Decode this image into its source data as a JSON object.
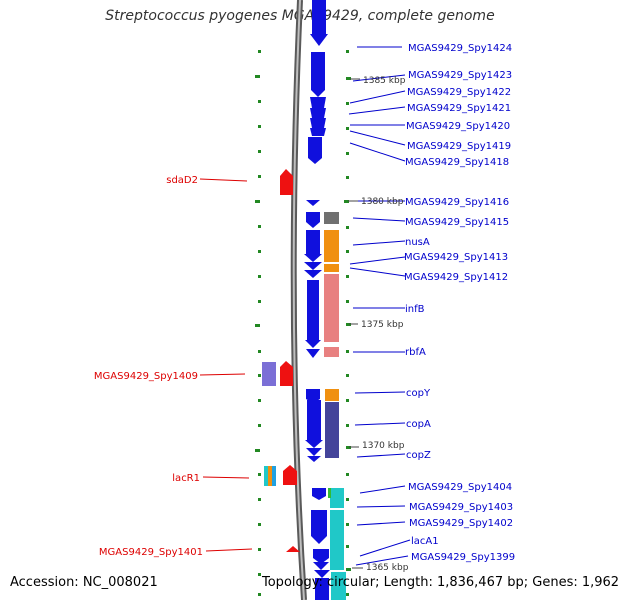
{
  "title": "Streptococcus pyogenes MGAS9429, complete genome",
  "footer": {
    "accession": "Accession: NC_008021",
    "stats": "Topology: circular; Length: 1,836,467 bp; Genes: 1,962"
  },
  "scale_labels": [
    "1385 kbp",
    "1380 kbp",
    "1375 kbp",
    "1370 kbp",
    "1365 kbp"
  ],
  "right_labels": [
    "MGAS9429_Spy1424",
    "MGAS9429_Spy1423",
    "MGAS9429_Spy1422",
    "MGAS9429_Spy1421",
    "MGAS9429_Spy1420",
    "MGAS9429_Spy1419",
    "MGAS9429_Spy1418",
    "MGAS9429_Spy1416",
    "MGAS9429_Spy1415",
    "nusA",
    "MGAS9429_Spy1413",
    "MGAS9429_Spy1412",
    "infB",
    "rbfA",
    "copY",
    "copA",
    "copZ",
    "MGAS9429_Spy1404",
    "MGAS9429_Spy1403",
    "MGAS9429_Spy1402",
    "lacA1",
    "MGAS9429_Spy1399"
  ],
  "left_labels": [
    "sdaD2",
    "MGAS9429_Spy1409",
    "lacR1",
    "MGAS9429_Spy1401"
  ],
  "colors": {
    "forward_gene": "#1010dd",
    "reverse_gene": "#ee1111",
    "right_label": "#0000cc",
    "left_label": "#dd0000",
    "backbone": "#808080",
    "tick": "#228822",
    "orange": "#f09010",
    "salmon": "#e88080",
    "purple": "#44449a",
    "cyan": "#20c8c8",
    "gray": "#707070"
  }
}
